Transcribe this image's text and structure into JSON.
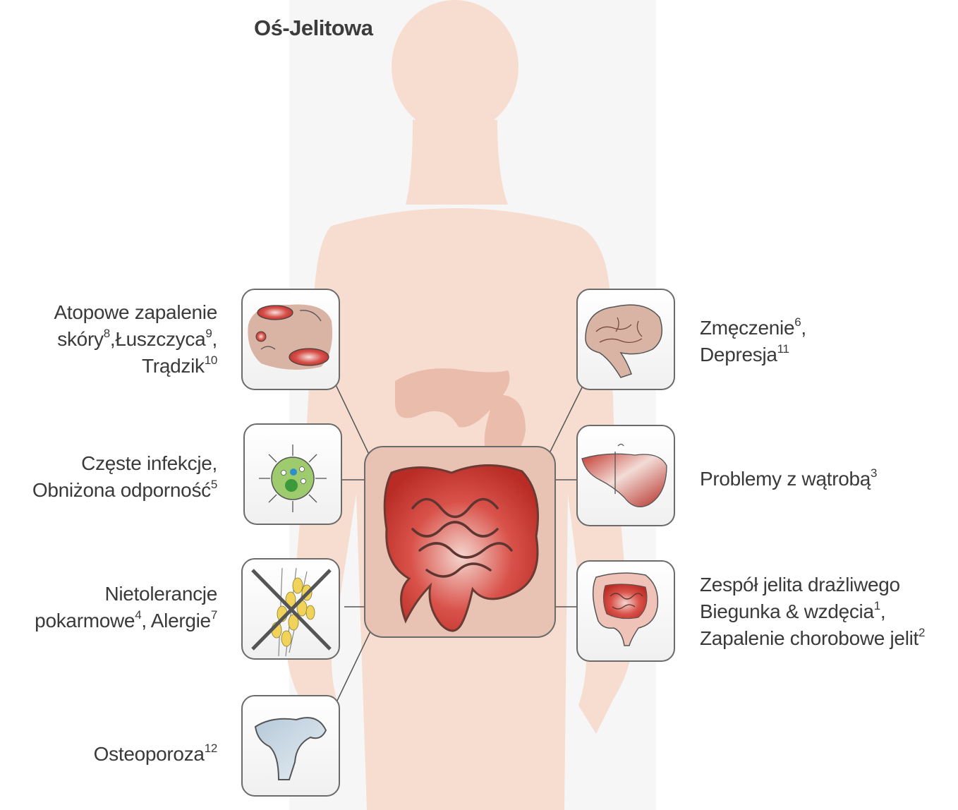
{
  "title": "Oś-Jelitowa",
  "colors": {
    "body": "#f7ddd0",
    "organ": "#e8b7a6",
    "panel_border": "#6b6b6b",
    "gut_red": "#c7352e",
    "text": "#3a3a3a"
  },
  "conditions": {
    "skin": {
      "icon": "skin-lesions-icon",
      "line1": "Atopowe zapalenie",
      "line2_a": "skóry",
      "line2_a_ref": "8",
      "line2_sep": ",",
      "line2_b": "Łuszczyca",
      "line2_b_ref": "9",
      "line2_end": ",",
      "line3": "Trądzik",
      "line3_ref": "10"
    },
    "immune": {
      "icon": "immune-cell-icon",
      "line1": "Częste infekcje,",
      "line2": "Obniżona odporność",
      "line2_ref": "5"
    },
    "food": {
      "icon": "wheat-crossed-icon",
      "line1": "Nietolerancje",
      "line2_a": "pokarmowe",
      "line2_a_ref": "4",
      "line2_b": ", Alergie",
      "line2_b_ref": "7"
    },
    "bone": {
      "icon": "bone-icon",
      "line1": "Osteoporoza",
      "line1_ref": "12"
    },
    "brain": {
      "icon": "brain-icon",
      "line1": "Zmęczenie",
      "line1_ref": "6",
      "line1_end": ",",
      "line2": "Depresja",
      "line2_ref": "11"
    },
    "liver": {
      "icon": "liver-icon",
      "line1": "Problemy z wątrobą",
      "line1_ref": "3"
    },
    "bowel": {
      "icon": "intestine-icon",
      "line1": "Zespół jelita drażliwego",
      "line2": "Biegunka & wzdęcia",
      "line2_ref": "1",
      "line2_end": ",",
      "line3": "Zapalenie chorobowe jelit",
      "line3_ref": "2"
    }
  }
}
